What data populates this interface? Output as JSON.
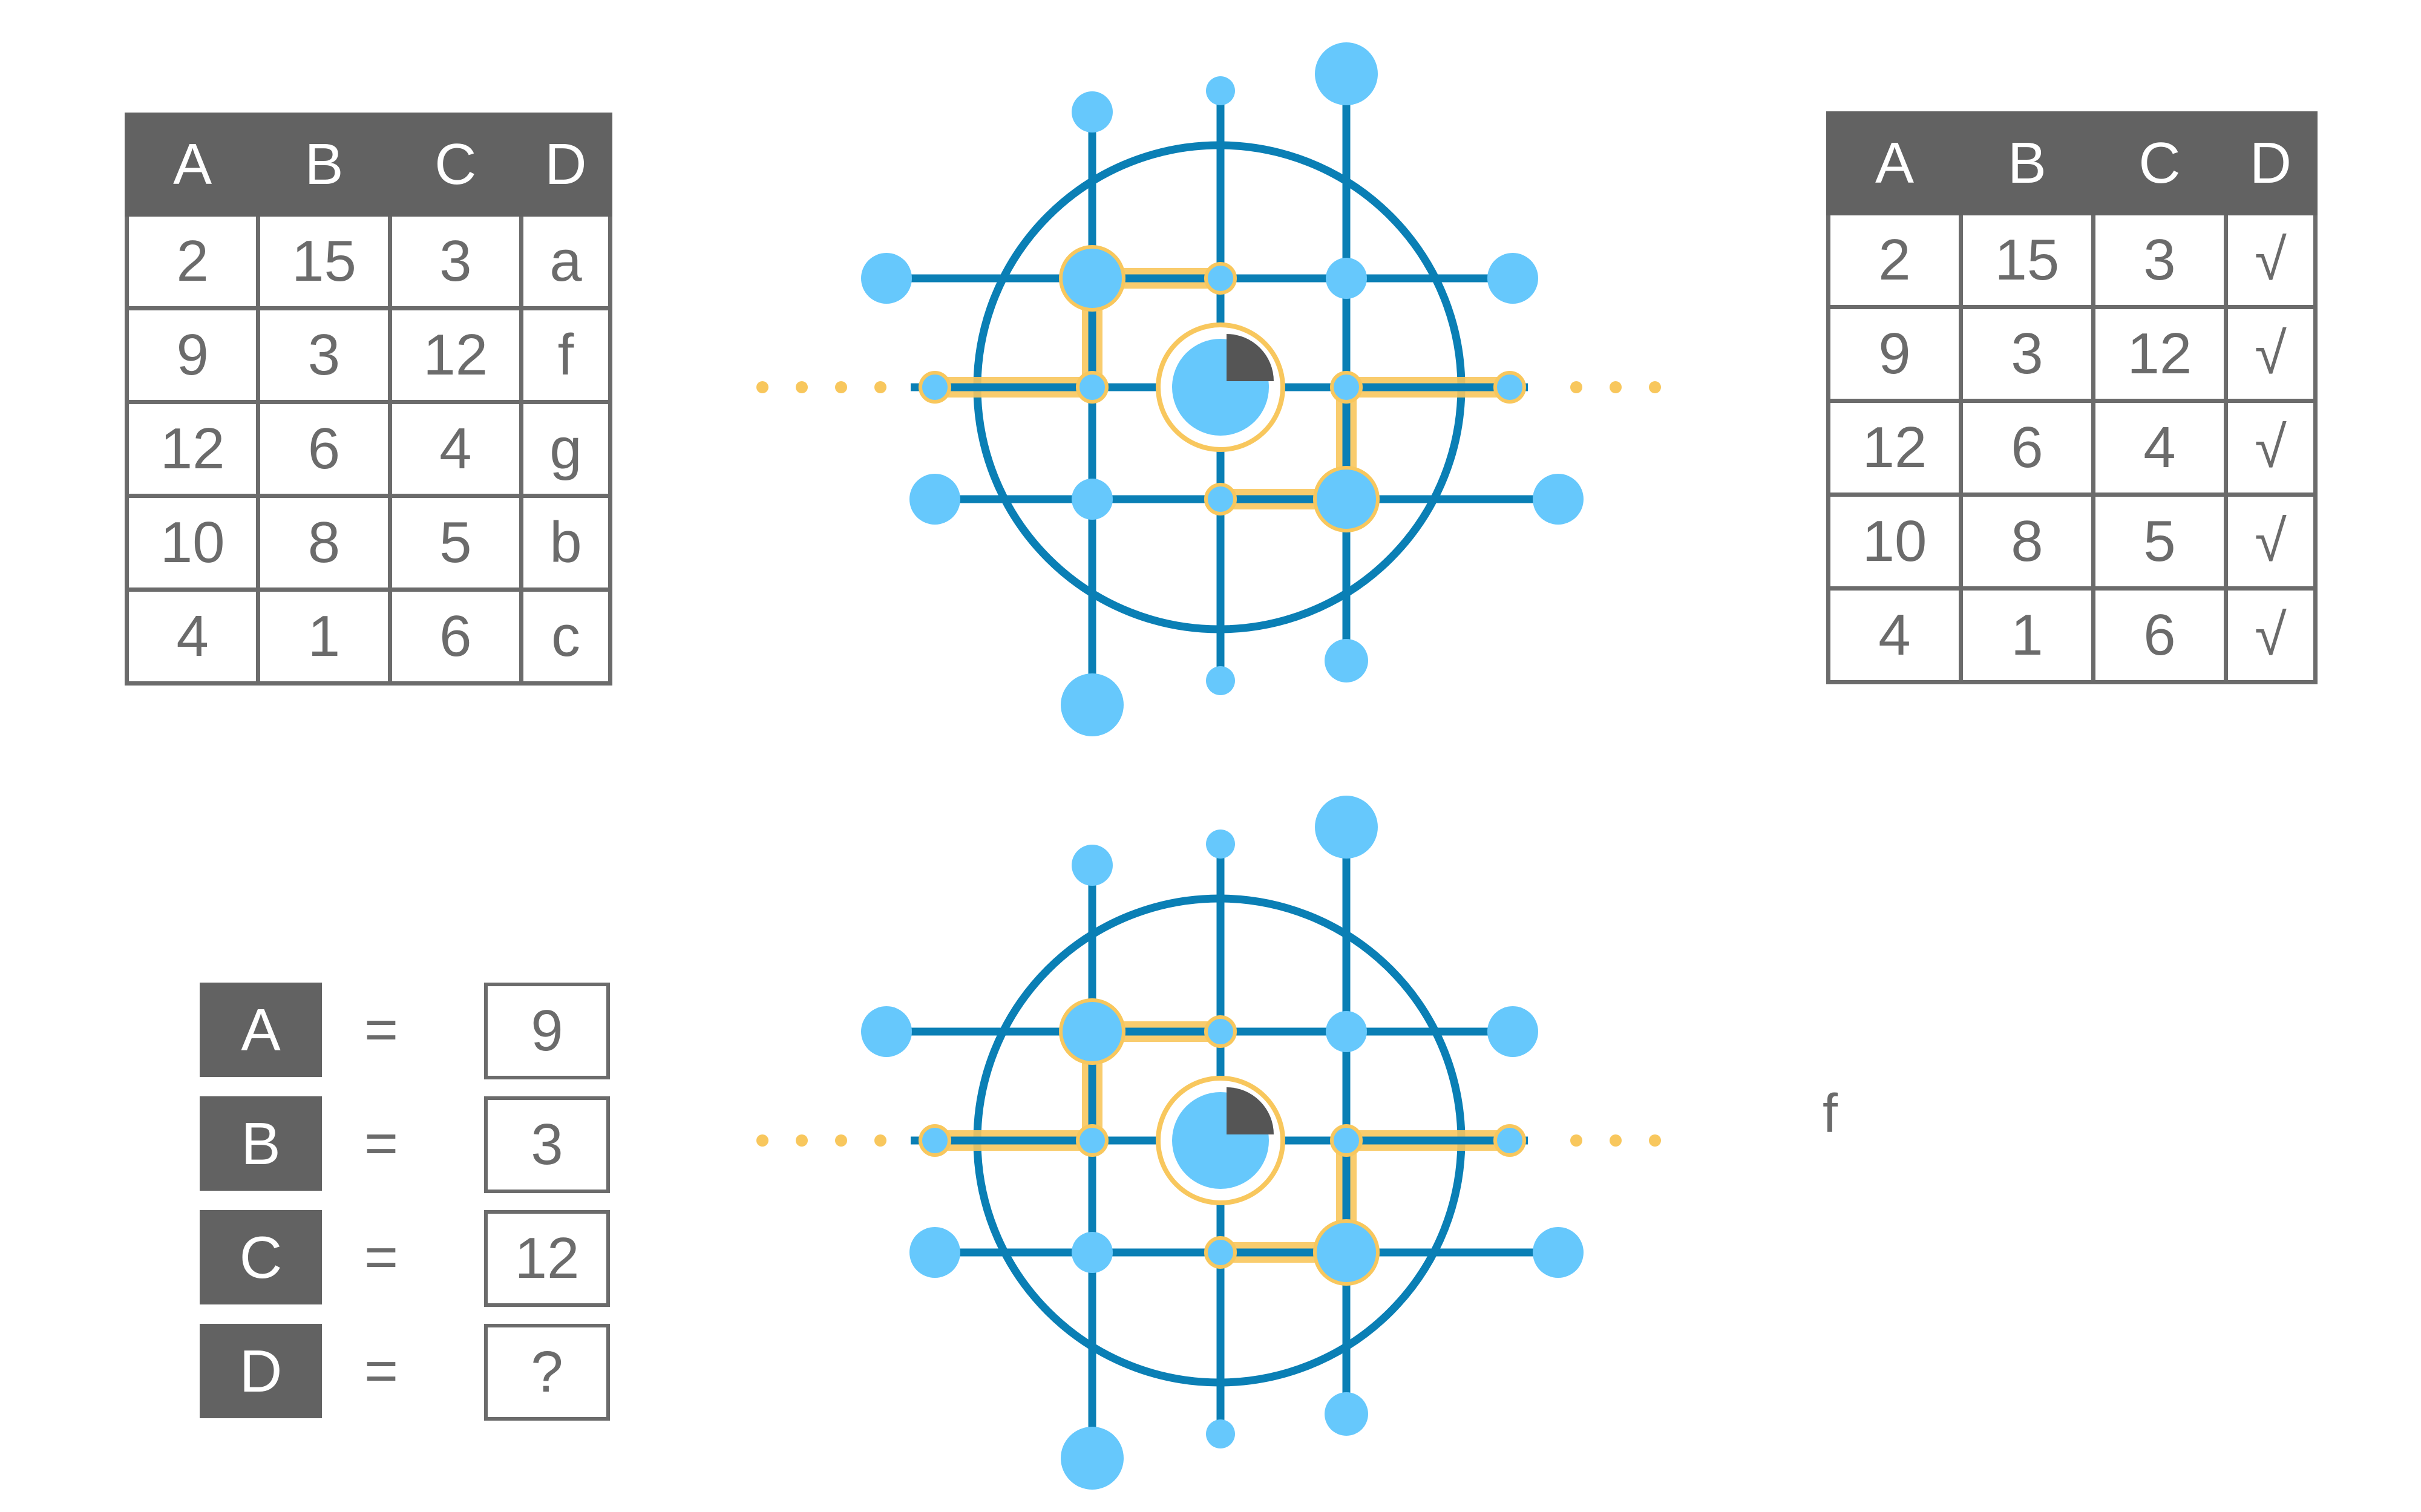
{
  "table_left": {
    "headers": [
      "A",
      "B",
      "C",
      "D"
    ],
    "rows": [
      [
        "2",
        "15",
        "3",
        "a"
      ],
      [
        "9",
        "3",
        "12",
        "f"
      ],
      [
        "12",
        "6",
        "4",
        "g"
      ],
      [
        "10",
        "8",
        "5",
        "b"
      ],
      [
        "4",
        "1",
        "6",
        "c"
      ]
    ]
  },
  "table_right": {
    "headers": [
      "A",
      "B",
      "C",
      "D"
    ],
    "rows": [
      [
        "2",
        "15",
        "3",
        "√"
      ],
      [
        "9",
        "3",
        "12",
        "√"
      ],
      [
        "12",
        "6",
        "4",
        "√"
      ],
      [
        "10",
        "8",
        "5",
        "√"
      ],
      [
        "4",
        "1",
        "6",
        "√"
      ]
    ]
  },
  "query": [
    {
      "label": "A",
      "eq": "=",
      "value": "9"
    },
    {
      "label": "B",
      "eq": "=",
      "value": "3"
    },
    {
      "label": "C",
      "eq": "=",
      "value": "12"
    },
    {
      "label": "D",
      "eq": "=",
      "value": "?"
    }
  ],
  "result": "f",
  "colors": {
    "header_gray": "#626262",
    "text_gray": "#6b6b6b",
    "network_blue": "#0a7fb5",
    "node_blue": "#66c8fc",
    "highlight_yellow": "#f8c75d",
    "pie_dark": "#555555"
  },
  "icons": [
    "neural-network-icon",
    "pie-chart-icon"
  ]
}
